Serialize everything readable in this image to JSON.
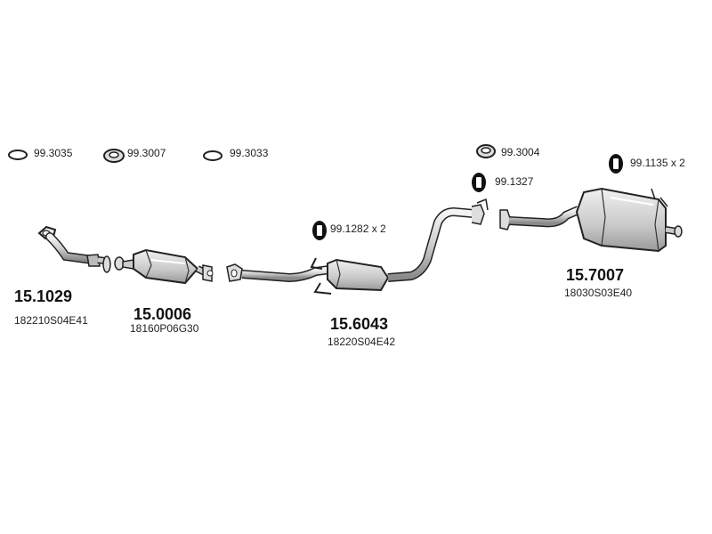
{
  "small_parts": {
    "p1": "99.3035",
    "p2": "99.3007",
    "p3": "99.3033",
    "p4": "99.3004",
    "p5": "99.1327",
    "p6": "99.1282 x 2",
    "p7": "99.1135 x 2"
  },
  "assemblies": {
    "a1": {
      "number": "15.1029",
      "oem": "182210S04E41"
    },
    "a2": {
      "number": "15.0006",
      "oem": "18160P06G30"
    },
    "a3": {
      "number": "15.6043",
      "oem": "18220S04E42"
    },
    "a4": {
      "number": "15.7007",
      "oem": "18030S03E40"
    }
  }
}
